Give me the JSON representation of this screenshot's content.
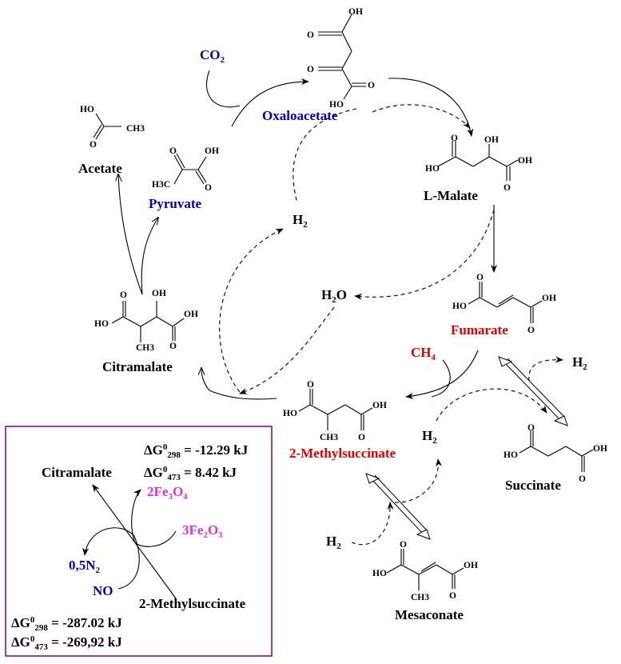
{
  "colors": {
    "black": "#000000",
    "blue": "#0000c0",
    "red": "#e00000",
    "magenta": "#e030e0",
    "box_border": "#800080"
  },
  "compounds": {
    "oxaloacetate": {
      "name": "Oxaloacetate",
      "color": "blue",
      "atoms": [
        "OH",
        "O",
        "O",
        "O",
        "HO"
      ]
    },
    "l_malate": {
      "name": "L-Malate",
      "color": "black",
      "atoms": [
        "O",
        "OH",
        "HO",
        "OH",
        "O"
      ]
    },
    "fumarate": {
      "name": "Fumarate",
      "color": "red",
      "atoms": [
        "O",
        "HO",
        "OH",
        "O"
      ]
    },
    "succinate": {
      "name": "Succinate",
      "color": "black",
      "atoms": [
        "O",
        "HO",
        "OH",
        "O"
      ]
    },
    "methylsuccinate": {
      "name": "2-Methylsuccinate",
      "color": "red",
      "atoms": [
        "O",
        "HO",
        "OH",
        "CH3",
        "O"
      ]
    },
    "mesaconate": {
      "name": "Mesaconate",
      "color": "black",
      "atoms": [
        "O",
        "HO",
        "OH",
        "CH3",
        "O"
      ]
    },
    "citramalate": {
      "name": "Citramalate",
      "color": "black",
      "atoms": [
        "O",
        "OH",
        "HO",
        "OH",
        "CH3",
        "O"
      ]
    },
    "acetate": {
      "name": "Acetate",
      "color": "black",
      "atoms": [
        "HO",
        "CH3",
        "O"
      ]
    },
    "pyruvate": {
      "name": "Pyruvate",
      "color": "blue",
      "atoms": [
        "O",
        "OH",
        "H3C",
        "O"
      ]
    }
  },
  "species": {
    "co2": "CO2",
    "ch4": "CH4",
    "h2_top": "H2",
    "h2o": "H2O",
    "h2_right": "H2",
    "h2_mid": "H2",
    "h2_bottom": "H2"
  },
  "inset": {
    "product": "Citramalate",
    "reactant": "2-Methylsuccinate",
    "fe_product": "2Fe3O4",
    "fe_reactant": "3Fe2O3",
    "n_product": "0,5N2",
    "n_reactant": "NO",
    "fe_dg298": "ΔG0298 = -12.29 kJ",
    "fe_dg473": "ΔG0473 = 8.42 kJ",
    "no_dg298": "ΔG0298 = -287.02  kJ",
    "no_dg473": "ΔG0473 = -269,92 kJ",
    "fe_dg298_value": "-12.29 kJ",
    "fe_dg473_value": "8.42 kJ",
    "no_dg298_value": "-287.02  kJ",
    "no_dg473_value": "-269,92 kJ",
    "dg_symbol": "ΔG",
    "dg_sup": "0",
    "t298": "298",
    "t473": "473",
    "eq": " = "
  }
}
